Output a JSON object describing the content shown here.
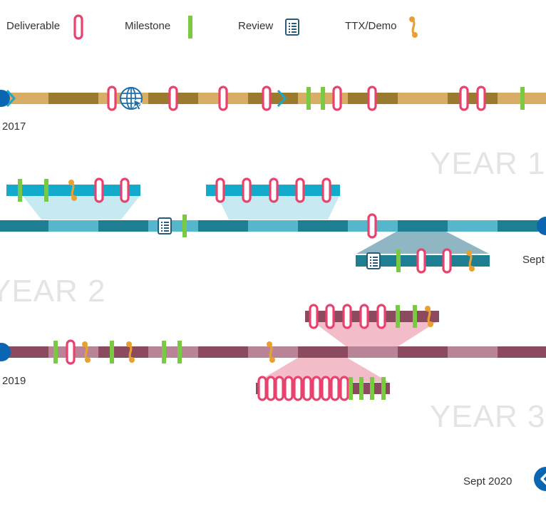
{
  "legend": {
    "deliverable": "Deliverable",
    "milestone": "Milestone",
    "review": "Review",
    "ttx_demo": "TTX/Demo"
  },
  "years": {
    "year1": "YEAR 1",
    "year2": "YEAR 2",
    "year3": "YEAR 3"
  },
  "dates": {
    "start_2017": "2017",
    "sept_right": "Sept",
    "start_2019": "2019",
    "sept_2020": "Sept 2020"
  },
  "colors": {
    "deliverable": "#e8426e",
    "milestone": "#7ac943",
    "ttx": "#e8a030",
    "review_icon": "#2a5c7a",
    "globe": "#1f6fa8",
    "marker_blue": "#0a66b3",
    "arrow_cyan": "#1ba6cc",
    "track1_light": "#d9ad66",
    "track1_dark": "#9a7a2e",
    "track2_teal": "#1e7f93",
    "track2_light": "#56b7cc",
    "sub_bar_cyan": "#13aacb",
    "track3_dark": "#8c4a5e",
    "track3_light": "#b98497",
    "fan_cyan": "#c6e9f2",
    "fan_slate": "#8fb6c2",
    "fan_pink": "#f3bcc9"
  },
  "icons": [
    "deliverable-icon",
    "milestone-icon",
    "review-icon",
    "ttx-demo-icon",
    "globe-icon",
    "chevron-right-icon",
    "timeline-endpoint-icon"
  ]
}
